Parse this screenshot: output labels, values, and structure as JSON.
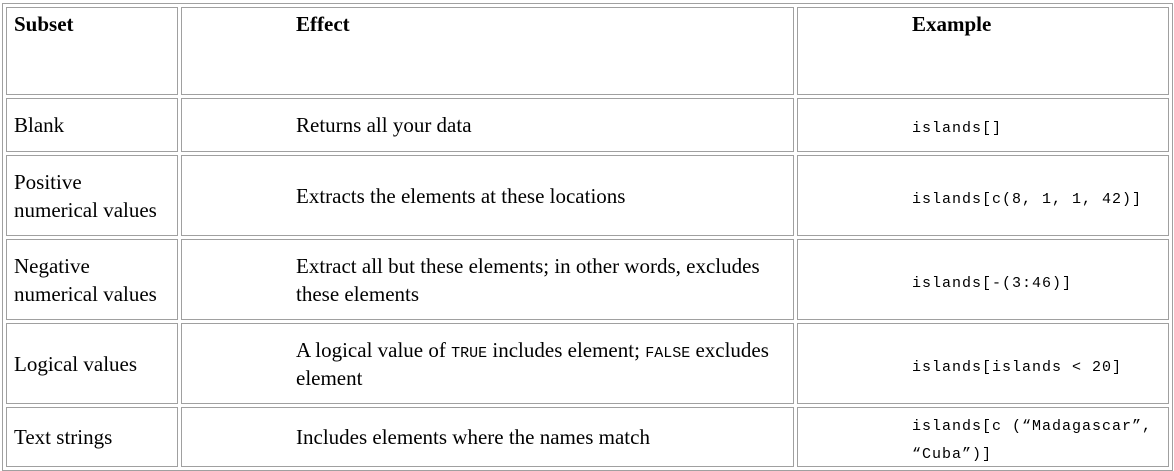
{
  "headers": {
    "subset": "Subset",
    "effect": "Effect",
    "example": "Example"
  },
  "rows": [
    {
      "subset": "Blank",
      "effect": "Returns all your data",
      "example": "islands[]"
    },
    {
      "subset": "Positive numerical values",
      "effect": "Extracts the elements at these locations",
      "example": "islands[c(8, 1, 1, 42)]"
    },
    {
      "subset": "Negative numerical values",
      "effect": "Extract all but these elements; in other words, excludes these elements",
      "example": "islands[-(3:46)]"
    },
    {
      "subset": "Logical values",
      "effect_part1": "A logical value of ",
      "effect_code1": "TRUE",
      "effect_part2": " includes element; ",
      "effect_code2": "FALSE",
      "effect_part3": " excludes element",
      "example": "islands[islands < 20]"
    },
    {
      "subset": "Text strings",
      "effect": "Includes elements where the names match",
      "example": "islands[c (“Madagascar”, “Cuba”)]"
    }
  ]
}
